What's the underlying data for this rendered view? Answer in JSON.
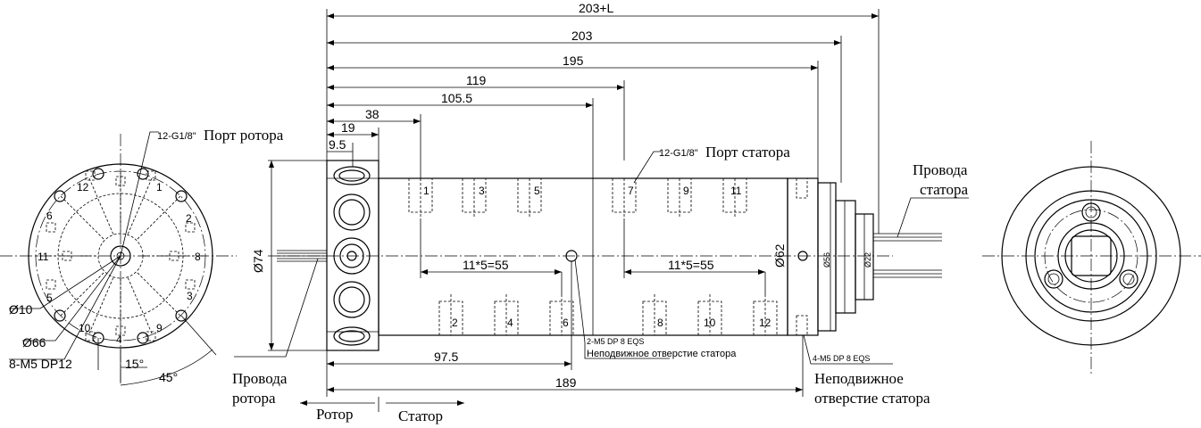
{
  "dimensions": {
    "overall_L": "203+L",
    "d203": "203",
    "d195": "195",
    "d119": "119",
    "d105": "105.5",
    "d38": "38",
    "d19": "19",
    "d9": "9.5",
    "d97": "97.5",
    "d189": "189",
    "pitch_rotor": "11*5=55",
    "pitch_stator": "11*5=55",
    "dia74": "Ø74",
    "dia62": "Ø62",
    "dia56": "Ø56",
    "dia22": "Ø22",
    "dia10": "Ø10",
    "dia66": "Ø66",
    "angle15": "15°",
    "angle45": "45°"
  },
  "labels": {
    "rotor_port_spec": "12-G1/8\"",
    "rotor_port": "Порт ротора",
    "stator_port_spec": "12-G1/8\"",
    "stator_port": "Порт статора",
    "m5_rotor": "8-M5 DP12",
    "stator_hole_spec": "2-M5 DP 8 EQS",
    "stator_hole_text": "Неподвижное отверстие статора",
    "stator_hole4_spec": "4-M5 DP 8 EQS",
    "stator_fixed_1": "Неподвижное",
    "stator_fixed_2": "отверстие статора",
    "rotor_wires_1": "Провода",
    "rotor_wires_2": "ротора",
    "stator_wires_1": "Провода",
    "stator_wires_2": "статора",
    "rotor_side": "Ротор",
    "stator_side": "Статор"
  },
  "ports": {
    "top": [
      "1",
      "3",
      "5",
      "7",
      "9",
      "11"
    ],
    "bottom": [
      "2",
      "4",
      "6",
      "8",
      "10",
      "12"
    ],
    "flange": [
      "12",
      "1",
      "2",
      "3",
      "4",
      "5",
      "6",
      "9",
      "10",
      "11",
      "8"
    ]
  }
}
